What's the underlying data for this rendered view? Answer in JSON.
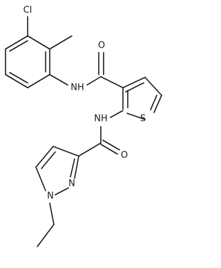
{
  "structure": {
    "labels": {
      "cl": "Cl",
      "o_upper": "O",
      "o_lower": "O",
      "nh_anilide": "NH",
      "nh_thiophene": "NH",
      "s": "S",
      "n_pyrazole_2": "N",
      "n_pyrazole_1": "N"
    }
  }
}
